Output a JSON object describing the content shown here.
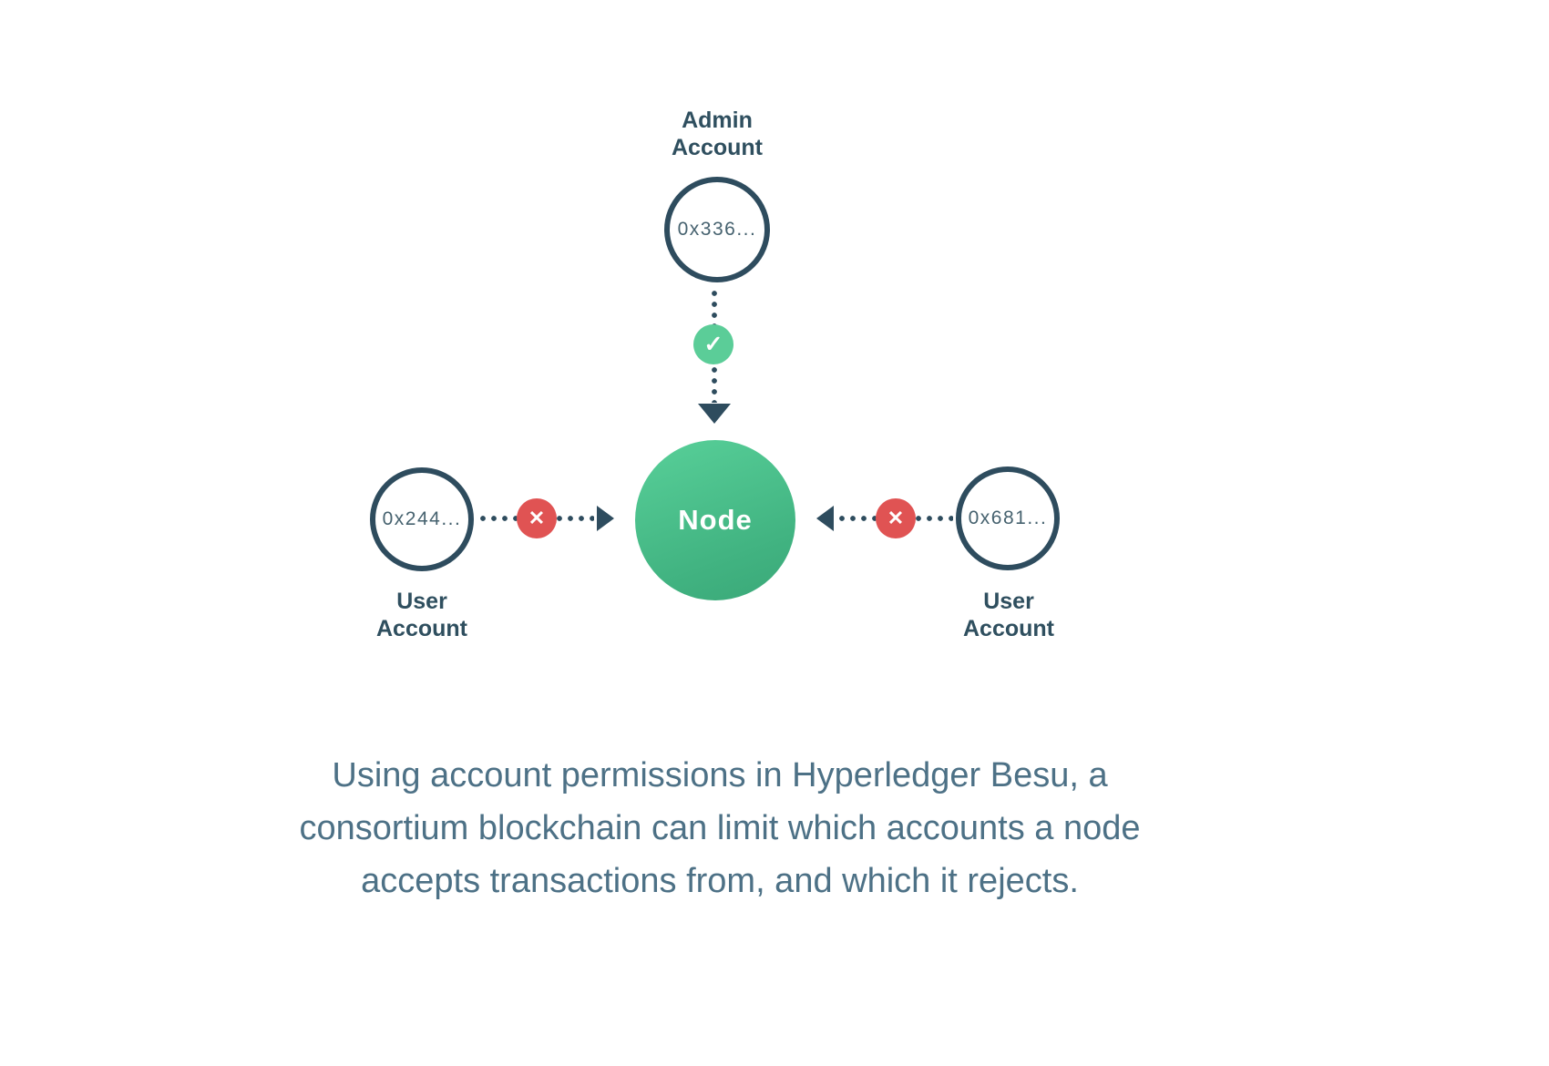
{
  "diagram": {
    "admin_account": {
      "label": "Admin\nAccount",
      "address": "0x336..."
    },
    "node": {
      "label": "Node"
    },
    "left_user_account": {
      "label": "User\nAccount",
      "address": "0x244..."
    },
    "right_user_account": {
      "label": "User\nAccount",
      "address": "0x681..."
    },
    "icons": {
      "check": "✓",
      "cross": "✕"
    },
    "caption": "Using account permissions in Hyperledger Besu, a\nconsortium blockchain can limit which accounts a node\naccepts transactions from, and which it rejects.",
    "colors": {
      "outline_dark": "#2e4c5e",
      "node_green": "#41b381",
      "check_green": "#5bcd98",
      "reject_red": "#e05353",
      "caption_slate": "#4d7186"
    }
  }
}
